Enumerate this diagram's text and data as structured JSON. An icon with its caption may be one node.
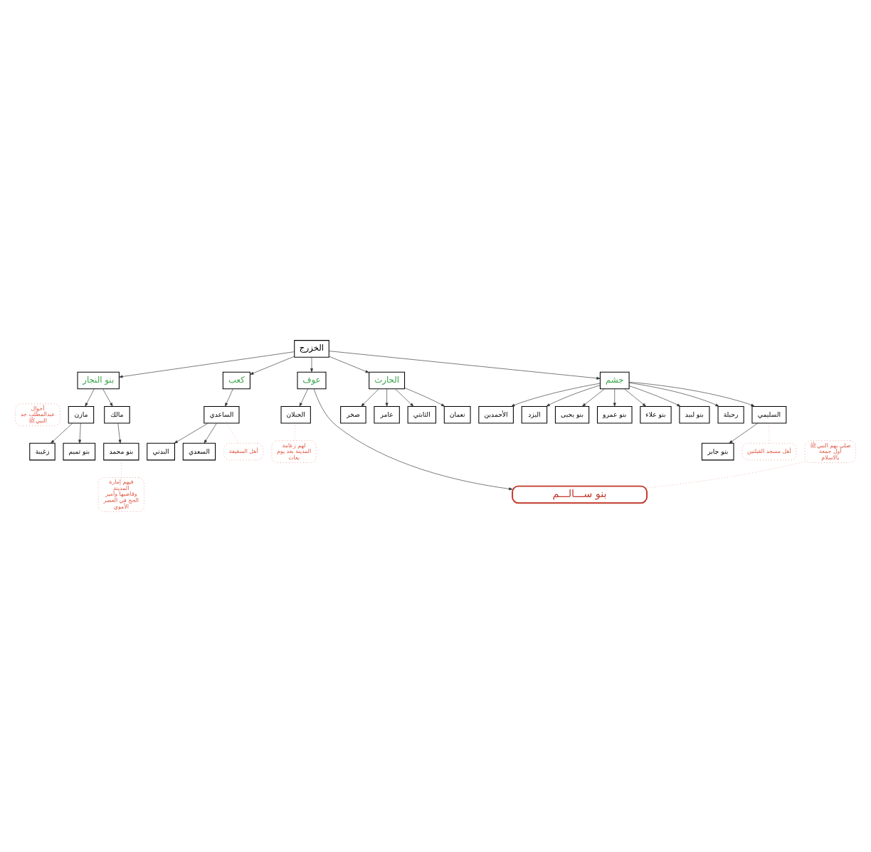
{
  "diagram": {
    "nodes": [
      {
        "text": [
          "الخزرج"
        ]
      },
      {
        "text": [
          "بنو النجار"
        ]
      },
      {
        "text": [
          "كعب"
        ]
      },
      {
        "text": [
          "عوف"
        ]
      },
      {
        "text": [
          "الحارث"
        ]
      },
      {
        "text": [
          "جشم"
        ]
      },
      {
        "text": [
          "الساعدي"
        ]
      },
      {
        "text": [
          "البدني"
        ]
      },
      {
        "text": [
          "السعدي"
        ]
      },
      {
        "text": [
          "أخوال عبدالمطلب جد النبيﷺ"
        ]
      },
      {
        "text": [
          "أهل السقيفة"
        ]
      },
      {
        "text": [
          "صخر"
        ]
      },
      {
        "text": [
          "عامر"
        ]
      },
      {
        "text": [
          "الثابتي"
        ]
      },
      {
        "text": [
          "نعمان"
        ]
      },
      {
        "text": [
          "الحبلان"
        ]
      },
      {
        "text": [
          "الأحمدين"
        ]
      },
      {
        "text": [
          "اليزد"
        ]
      },
      {
        "text": [
          "بنو يحيى"
        ]
      },
      {
        "text": [
          "بنو عمرو"
        ]
      },
      {
        "text": [
          "بنو علاء"
        ]
      },
      {
        "text": [
          "بنو لبيد"
        ]
      },
      {
        "text": [
          "رحيلة"
        ]
      },
      {
        "text": [
          "السليمي"
        ]
      },
      {
        "text": [
          "بنو جابر"
        ]
      },
      {
        "text": [
          "مازن"
        ]
      },
      {
        "text": [
          "مالك"
        ]
      },
      {
        "text": [
          "زغيبة"
        ]
      },
      {
        "text": [
          "بنو تميم"
        ]
      },
      {
        "text": [
          "بنو محمد"
        ]
      },
      {
        "text": [
          "أهل مسجد القبلتين"
        ]
      },
      {
        "text": [
          "لهم زعامة المدينة بعد يوم بعاث"
        ]
      },
      {
        "text": [
          "صلى بهم النبيﷺ أول جمعة بالاسلام"
        ]
      },
      {
        "text": [
          "فيهم إمارة المدينة وقاضيها وأمير الحج في العصر الأموي"
        ]
      },
      {
        "text": [
          "بنو ســـالـــم"
        ]
      }
    ],
    "edges": [
      {
        "from": 0,
        "to": 1,
        "arrow": "to"
      },
      {
        "from": 0,
        "to": 2,
        "arrow": "to"
      },
      {
        "from": 0,
        "to": 3,
        "arrow": "to"
      },
      {
        "from": 0,
        "to": 4,
        "arrow": "to"
      },
      {
        "from": 0,
        "to": 5,
        "arrow": "to"
      },
      {
        "from": 2,
        "to": 6,
        "arrow": "to"
      },
      {
        "from": 6,
        "to": 7,
        "arrow": "to"
      },
      {
        "from": 6,
        "to": 8,
        "arrow": "to"
      },
      {
        "from": 4,
        "to": 11,
        "arrow": "to"
      },
      {
        "from": 4,
        "to": 12,
        "arrow": "to"
      },
      {
        "from": 4,
        "to": 13,
        "arrow": "to"
      },
      {
        "from": 4,
        "to": 14,
        "arrow": "to"
      },
      {
        "from": 3,
        "to": 15,
        "arrow": "to"
      },
      {
        "from": 3,
        "to": 34,
        "arrow": "to"
      },
      {
        "from": 5,
        "to": 16,
        "arrow": "to"
      },
      {
        "from": 5,
        "to": 17,
        "arrow": "to"
      },
      {
        "from": 5,
        "to": 18,
        "arrow": "to"
      },
      {
        "from": 5,
        "to": 19,
        "arrow": "to"
      },
      {
        "from": 5,
        "to": 20,
        "arrow": "to"
      },
      {
        "from": 5,
        "to": 21,
        "arrow": "to"
      },
      {
        "from": 5,
        "to": 22,
        "arrow": "to"
      },
      {
        "from": 5,
        "to": 23,
        "arrow": "to"
      },
      {
        "from": 23,
        "to": 24,
        "arrow": "to"
      },
      {
        "from": 1,
        "to": 25,
        "arrow": "to"
      },
      {
        "from": 1,
        "to": 26,
        "arrow": "to"
      },
      {
        "from": 25,
        "to": 27,
        "arrow": "to"
      },
      {
        "from": 25,
        "to": 28,
        "arrow": "to"
      },
      {
        "from": 26,
        "to": 29,
        "arrow": "to"
      },
      {
        "from": 6,
        "to": 10,
        "arrow": "none",
        "style": "dashed",
        "color": "#e05a47"
      },
      {
        "from": 23,
        "to": 30,
        "arrow": "none",
        "style": "dashed",
        "color": "#e05a47"
      },
      {
        "from": 15,
        "to": 31,
        "arrow": "none",
        "style": "dashed",
        "color": "#e05a47"
      },
      {
        "from": 34,
        "to": 32,
        "arrow": "none",
        "style": "dashed",
        "color": "#e05a47"
      },
      {
        "from": 29,
        "to": 33,
        "arrow": "none",
        "style": "dashed",
        "color": "#e05a47"
      }
    ]
  }
}
